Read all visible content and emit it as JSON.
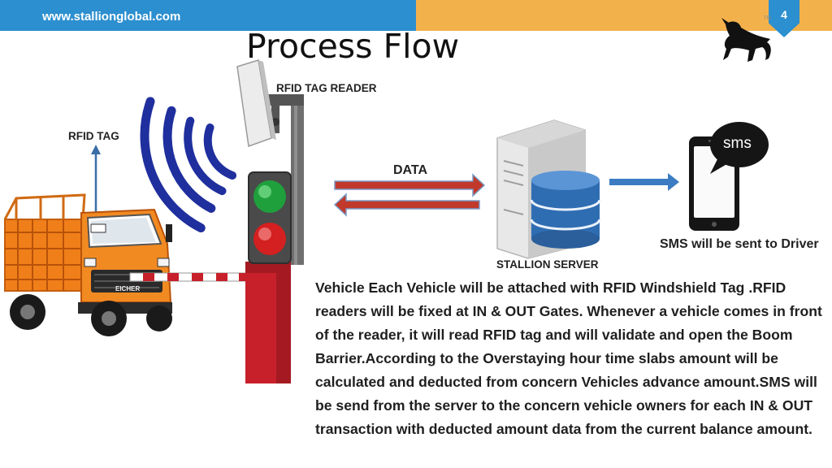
{
  "header": {
    "site_url": "www.stallionglobal.com",
    "page_number": "4",
    "trademark": "TM"
  },
  "slide": {
    "title": "Process Flow"
  },
  "diagram": {
    "rfid_tag_label": "RFID TAG",
    "reader_label": "RFID TAG READER",
    "data_label": "DATA",
    "server_label": "STALLION  SERVER",
    "sms_icon_text": "sms",
    "sms_caption": "SMS will be sent to Driver",
    "truck_brand": "EICHER"
  },
  "description": "Vehicle Each Vehicle will be attached with RFID Windshield Tag .RFID readers will be fixed at IN & OUT Gates. Whenever a vehicle comes in front of the reader, it will read RFID tag and will validate and open the Boom Barrier.According to the Overstaying hour time slabs amount will be calculated and deducted from concern Vehicles advance amount.SMS will be send from the server to the concern vehicle owners for each IN & OUT transaction with deducted amount data from the current balance amount.",
  "colors": {
    "header_blue": "#2c8fd0",
    "header_orange": "#f3b14c",
    "signal_blue": "#1f2f9e",
    "arrow_red": "#c0392b",
    "truck_orange": "#f07f1a",
    "barrier_red": "#c8202a"
  }
}
